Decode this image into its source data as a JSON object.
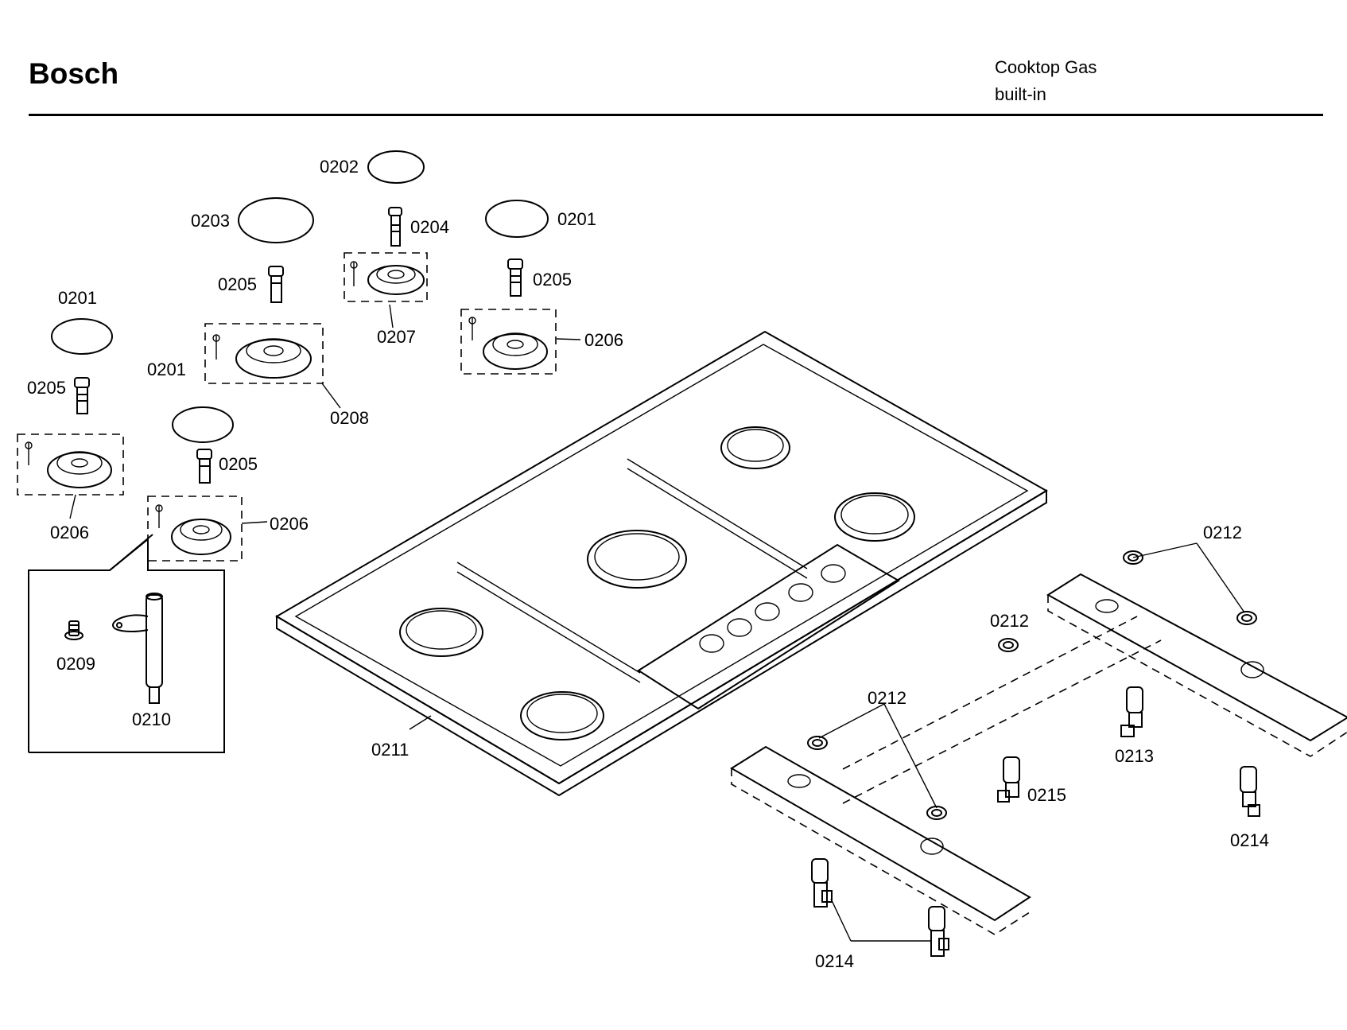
{
  "header": {
    "brand": "Bosch",
    "category_line1": "Cooktop Gas",
    "category_line2": "built-in"
  },
  "callouts": {
    "c0202": "0202",
    "c0203": "0203",
    "c0204": "0204",
    "c0201_a": "0201",
    "c0201_b": "0201",
    "c0201_c": "0201",
    "c0205_a": "0205",
    "c0205_b": "0205",
    "c0205_c": "0205",
    "c0205_d": "0205",
    "c0207": "0207",
    "c0206_a": "0206",
    "c0206_b": "0206",
    "c0206_c": "0206",
    "c0208": "0208",
    "c0209": "0209",
    "c0210": "0210",
    "c0211": "0211",
    "c0212_a": "0212",
    "c0212_b": "0212",
    "c0212_c": "0212",
    "c0213": "0213",
    "c0214_a": "0214",
    "c0214_b": "0214",
    "c0215": "0215"
  }
}
